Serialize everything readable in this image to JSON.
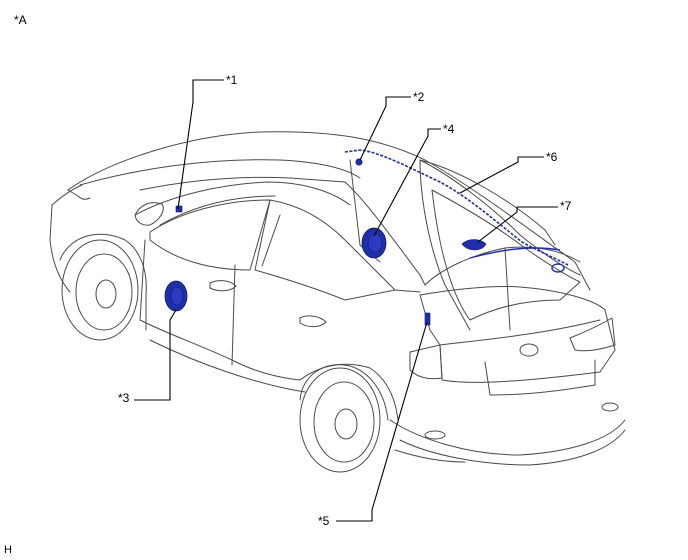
{
  "view_label": "*A",
  "footer_code": "H",
  "callouts": [
    {
      "id": "1",
      "label": "*1"
    },
    {
      "id": "2",
      "label": "*2"
    },
    {
      "id": "3",
      "label": "*3"
    },
    {
      "id": "4",
      "label": "*4"
    },
    {
      "id": "5",
      "label": "*5"
    },
    {
      "id": "6",
      "label": "*6"
    },
    {
      "id": "7",
      "label": "*7"
    }
  ],
  "colors": {
    "component": "#1f2fa8",
    "component_dark": "#101a70",
    "outline": "#4a4a4a",
    "leader": "#000000"
  }
}
